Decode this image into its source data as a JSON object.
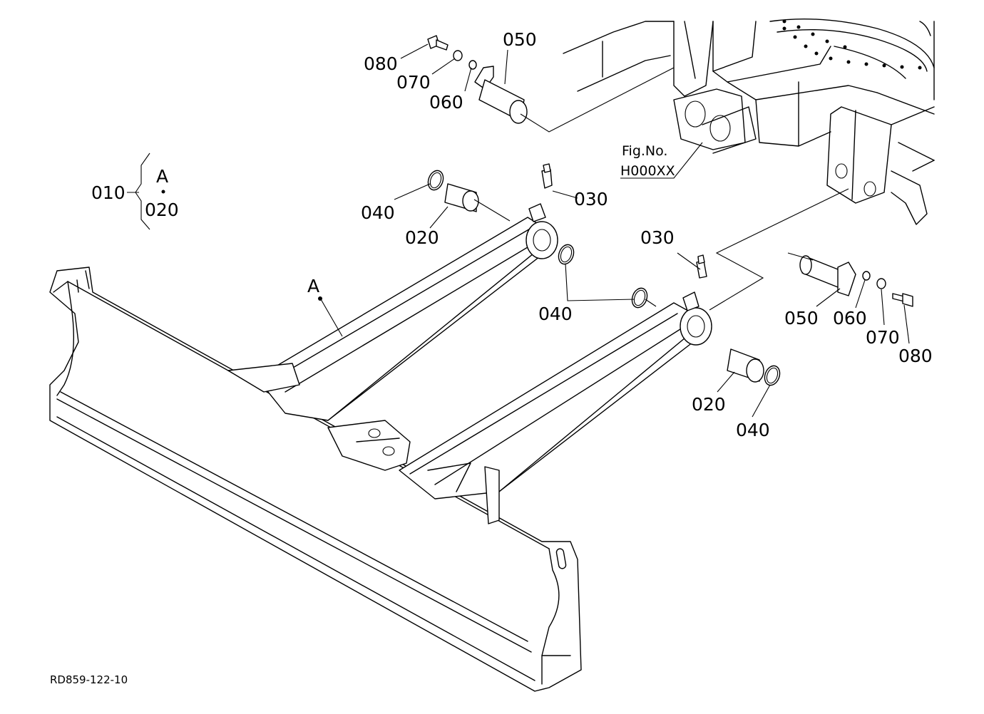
{
  "labels": {
    "c080_top": "080",
    "c070_top": "070",
    "c060_top": "060",
    "c050_top": "050",
    "c010": "010",
    "group_a": "A",
    "group_020": "020",
    "c040_left": "040",
    "c020_left": "020",
    "c030_left": "030",
    "c030_right": "030",
    "c040_mid": "040",
    "a_frame": "A",
    "c050_right": "050",
    "c060_right": "060",
    "c070_right": "070",
    "c080_right": "080",
    "c020_right": "020",
    "c040_right": "040"
  },
  "figure_ref": {
    "line1": "Fig.No.",
    "line2": "H000XX"
  },
  "diagram_code": "RD859-122-10"
}
